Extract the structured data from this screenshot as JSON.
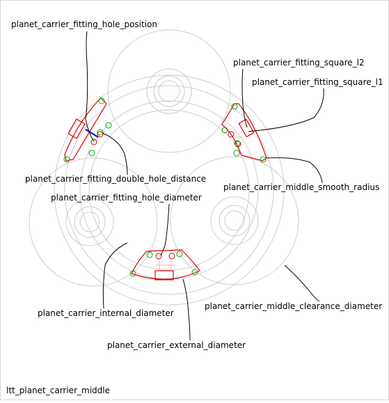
{
  "labels": {
    "fitting_hole_position": "planet_carrier_fitting_hole_position",
    "fitting_square_l2": "planet_carrier_fitting_square_l2",
    "fitting_square_l1": "planet_carrier_fitting_square_l1",
    "fitting_double_hole_distance": "planet_carrier_fitting_double_hole_distance",
    "middle_smooth_radius": "planet_carrier_middle_smooth_radius",
    "fitting_hole_diameter": "planet_carrier_fitting_hole_diameter",
    "internal_diameter": "planet_carrier_internal_diameter",
    "middle_clearance_diameter": "planet_carrier_middle_clearance_diameter",
    "external_diameter": "planet_carrier_external_diameter"
  },
  "caption": "ltt_planet_carrier_middle",
  "colors": {
    "gear_outline": "#cccccc",
    "carrier_outline": "#dd0000",
    "fitting_hole": "#00aa00",
    "hole_distance_marker": "#0000cc",
    "leader_line": "#000000"
  }
}
